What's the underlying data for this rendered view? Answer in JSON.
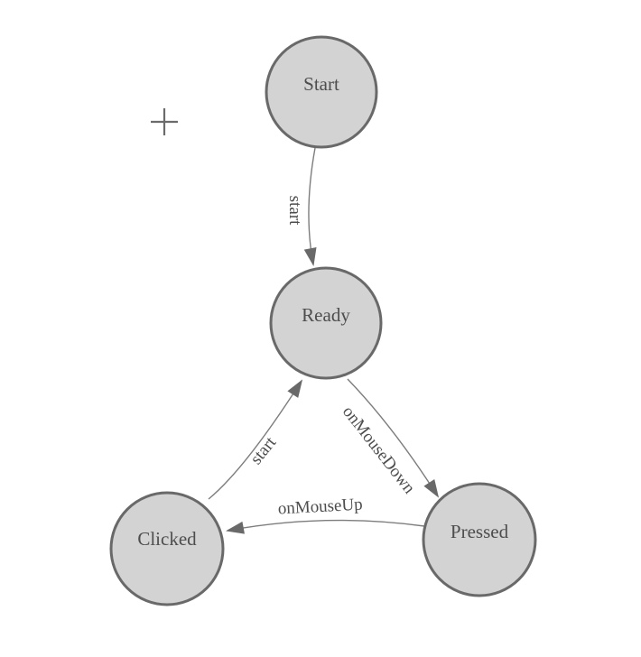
{
  "canvas": {
    "background": "#ffffff",
    "cursor_icon": "plus-crosshair"
  },
  "style": {
    "node_fill": "#d3d3d3",
    "node_border": "#696969",
    "edge_color": "#7d7d7d",
    "arrow_color": "#696969",
    "text_color": "#4d4d4d"
  },
  "diagram": {
    "type": "state-machine",
    "nodes": [
      {
        "id": "start",
        "label": "Start"
      },
      {
        "id": "ready",
        "label": "Ready"
      },
      {
        "id": "clicked",
        "label": "Clicked"
      },
      {
        "id": "pressed",
        "label": "Pressed"
      }
    ],
    "edges": [
      {
        "from": "start",
        "to": "ready",
        "label": "start"
      },
      {
        "from": "ready",
        "to": "pressed",
        "label": "onMouseDown"
      },
      {
        "from": "pressed",
        "to": "clicked",
        "label": "onMouseUp"
      },
      {
        "from": "clicked",
        "to": "ready",
        "label": "start"
      }
    ]
  }
}
